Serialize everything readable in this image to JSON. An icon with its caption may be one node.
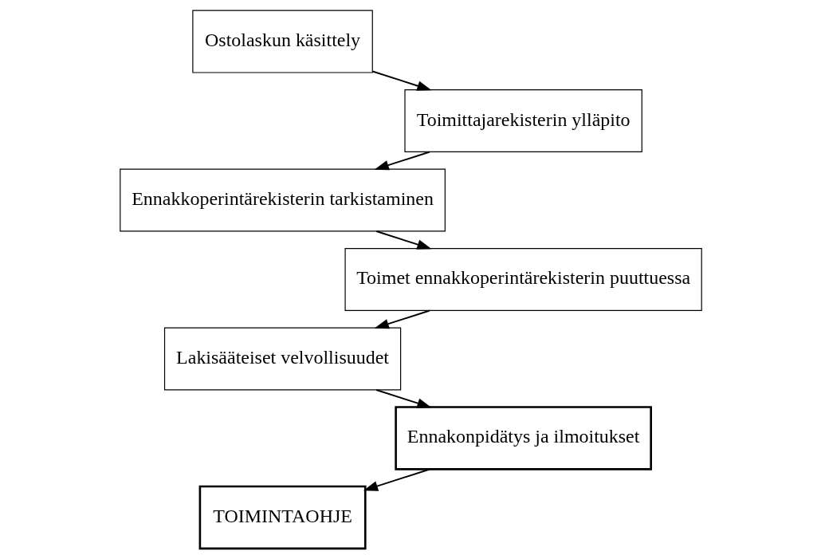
{
  "diagram": {
    "nodes": [
      {
        "text": [
          "Ostolaskun käsittely"
        ]
      },
      {
        "text": [
          "Toimittajarekisterin ylläpito"
        ]
      },
      {
        "text": [
          "Ennakkoperintärekisterin tarkistaminen"
        ]
      },
      {
        "text": [
          "Toimet ennakkoperintärekisterin puuttuessa"
        ]
      },
      {
        "text": [
          "Lakisääteiset velvollisuudet"
        ]
      },
      {
        "text": [
          "Ennakonpidätys ja ilmoitukset"
        ]
      },
      {
        "text": [
          "TOIMINTAOHJE"
        ]
      }
    ],
    "edges": [
      {
        "from": 0,
        "to": 1,
        "arrow": "to"
      },
      {
        "from": 1,
        "to": 2,
        "arrow": "to"
      },
      {
        "from": 2,
        "to": 3,
        "arrow": "to"
      },
      {
        "from": 3,
        "to": 4,
        "arrow": "to"
      },
      {
        "from": 4,
        "to": 5,
        "arrow": "to"
      },
      {
        "from": 5,
        "to": 6,
        "arrow": "to"
      }
    ]
  }
}
